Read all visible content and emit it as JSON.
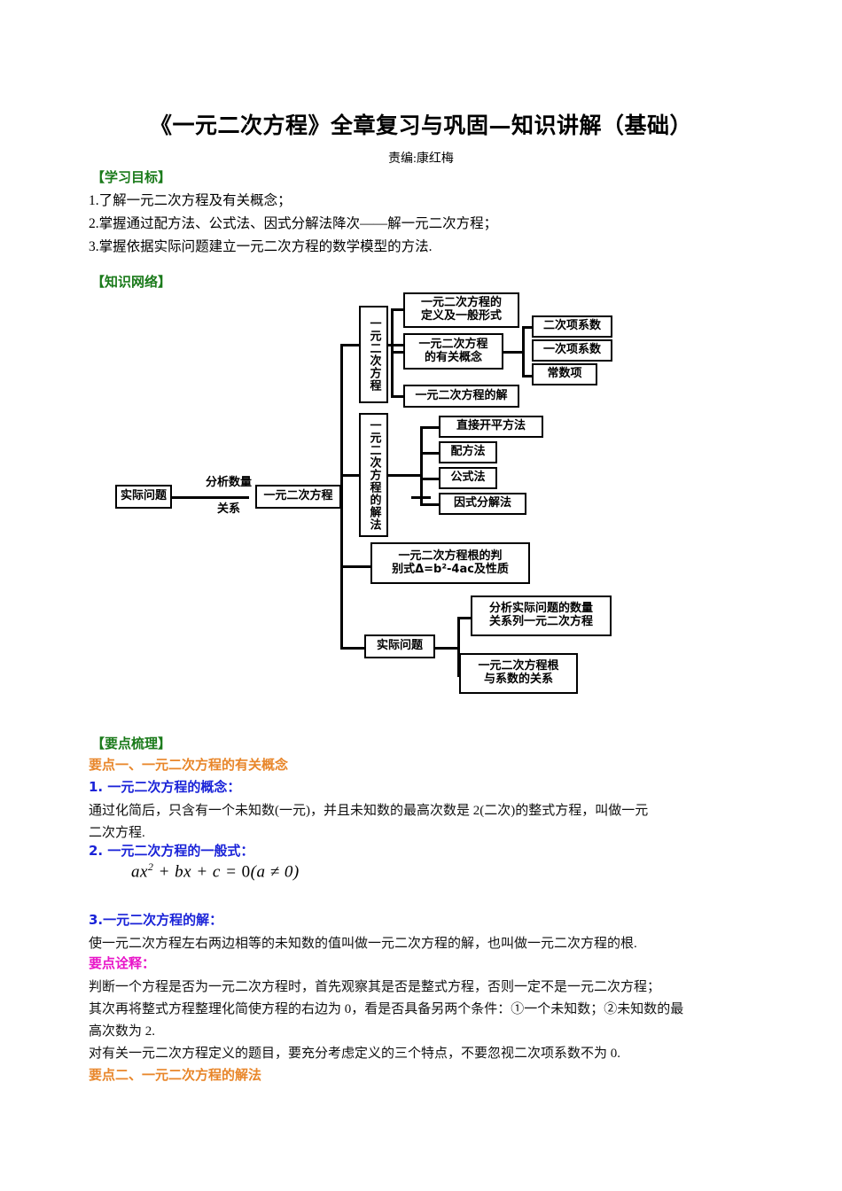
{
  "document": {
    "title": "《一元二次方程》全章复习与巩固—知识讲解（基础）",
    "subtitle": "责编:康红梅"
  },
  "sections": {
    "objectives_header": "【学习目标】",
    "objectives": [
      "1.了解一元二次方程及有关概念；",
      "2.掌握通过配方法、公式法、因式分解法降次——解一元二次方程；",
      "3.掌握依据实际问题建立一元二次方程的数学模型的方法."
    ],
    "network_header": "【知识网络】",
    "outline_header": "【要点梳理】",
    "point_one_header": "要点一、一元二次方程的有关概念",
    "item1_header": "1.  一元二次方程的概念：",
    "item1_body_line1": "通过化简后，只含有一个未知数(一元)，并且未知数的最高次数是 2(二次)的整式方程，叫做一元",
    "item1_body_line2": "二次方程.",
    "item2_header": "2.  一元二次方程的一般式：",
    "formula": "ax² + bx + c = 0(a ≠ 0)",
    "formula_parts": {
      "a": "ax",
      "exp": "2",
      "mid": " + bx + c = ",
      "zero": "0",
      "cond": "(a ≠ 0)"
    },
    "item3_header": "3.一元二次方程的解：",
    "item3_body_line1": "使一元二次方程左右两边相等的未知数的值叫做一元二次方程的解，也叫做一元二次方程的根.",
    "explain_header": "要点诠释：",
    "explain_line1": "判断一个方程是否为一元二次方程时，首先观察其是否是整式方程，否则一定不是一元二次方程；",
    "explain_line2": "其次再将整式方程整理化简使方程的右边为 0，看是否具备另两个条件：①一个未知数；②未知数的最",
    "explain_line3": "高次数为 2.",
    "explain_line4": "对有关一元二次方程定义的题目，要充分考虑定义的三个特点，不要忽视二次项系数不为 0.",
    "point_two_header": "要点二、一元二次方程的解法"
  },
  "diagram": {
    "nodes": {
      "practical_problem_left": "实际问题",
      "analyze_label_line1": "分析数量",
      "analyze_label_line2": "关系",
      "quadratic_equation_center": "一元二次方程",
      "trunk_quadratic": "一元二次方程",
      "trunk_solution": "一元二次方程的解法",
      "def_and_general_form_line1": "一元二次方程的",
      "def_and_general_form_line2": "定义及一般形式",
      "related_concepts_line1": "一元二次方程",
      "related_concepts_line2": "的有关概念",
      "solution_of_equation": "一元二次方程的解",
      "quadratic_coefficient": "二次项系数",
      "linear_coefficient": "一次项系数",
      "constant_term": "常数项",
      "direct_sqrt_method": "直接开平方法",
      "completing_square_method": "配方法",
      "formula_method": "公式法",
      "factorization_method": "因式分解法",
      "discriminant_line1": "一元二次方程根的判",
      "discriminant_line2": "别式Δ=b²-4ac及性质",
      "practical_problem_node": "实际问题",
      "analyze_and_list_line1": "分析实际问题的数量",
      "analyze_and_list_line2": "关系列一元二次方程",
      "roots_coefficients_line1": "一元二次方程根",
      "roots_coefficients_line2": "与系数的关系"
    }
  },
  "colors": {
    "green": "#1a7a1a",
    "orange": "#e8862a",
    "blue": "#1a23d8",
    "magenta": "#e815c8",
    "text": "#111111",
    "line": "#000000"
  }
}
